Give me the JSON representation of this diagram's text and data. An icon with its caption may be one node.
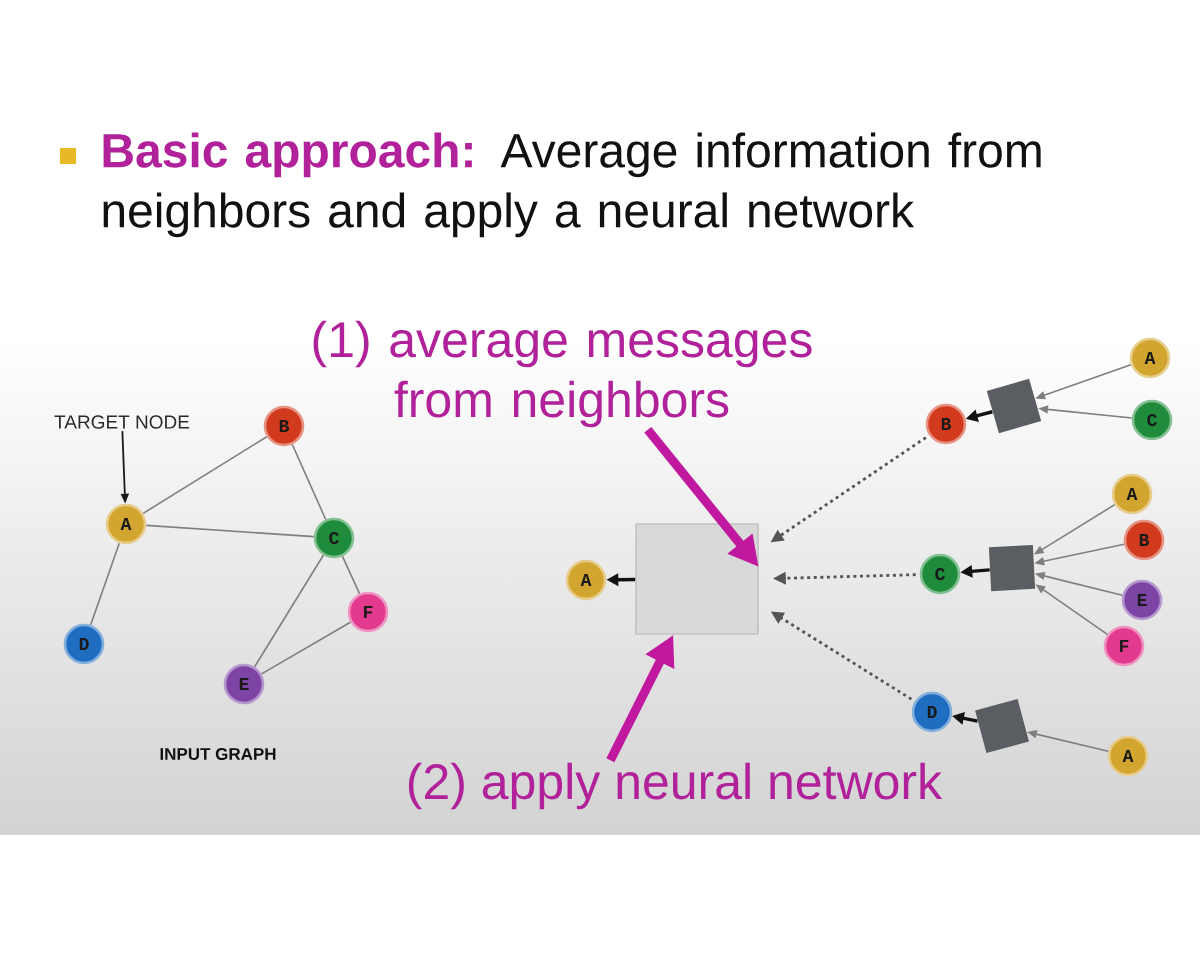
{
  "diagram": {
    "title": "**Basic approach:** Average information from neighbors and apply a neural network",
    "nodes": [
      {
        "text": [
          "A"
        ]
      },
      {
        "text": [
          "B"
        ]
      },
      {
        "text": [
          "C"
        ]
      },
      {
        "text": [
          "D"
        ]
      },
      {
        "text": [
          "E"
        ]
      },
      {
        "text": [
          "F"
        ]
      },
      {
        "text": [
          "TARGET NODE"
        ]
      },
      {
        "text": [
          "A"
        ]
      },
      {
        "text": [],
        "shape": "box"
      },
      {
        "text": [
          "B"
        ]
      },
      {
        "text": [
          "C"
        ]
      },
      {
        "text": [
          "D"
        ]
      },
      {
        "text": [],
        "shape": "box"
      },
      {
        "text": [],
        "shape": "box"
      },
      {
        "text": [],
        "shape": "box"
      },
      {
        "text": [
          "A"
        ]
      },
      {
        "text": [
          "C"
        ]
      },
      {
        "text": [
          "A"
        ]
      },
      {
        "text": [
          "B"
        ]
      },
      {
        "text": [
          "E"
        ]
      },
      {
        "text": [
          "F"
        ]
      },
      {
        "text": [
          "A"
        ]
      },
      {
        "text": [
          "(1) average messages from neighbors"
        ]
      },
      {
        "text": [
          "(2) apply neural network"
        ]
      }
    ],
    "edges": [
      {
        "from": 6,
        "to": 0,
        "arrow": "to",
        "color": "#1a1a1a"
      },
      {
        "from": 0,
        "to": 1,
        "arrow": "none"
      },
      {
        "from": 0,
        "to": 2,
        "arrow": "none"
      },
      {
        "from": 0,
        "to": 3,
        "arrow": "none"
      },
      {
        "from": 1,
        "to": 2,
        "arrow": "none"
      },
      {
        "from": 2,
        "to": 5,
        "arrow": "none"
      },
      {
        "from": 2,
        "to": 4,
        "arrow": "none"
      },
      {
        "from": 4,
        "to": 5,
        "arrow": "none"
      },
      {
        "from": 8,
        "to": 7,
        "arrow": "to",
        "color": "#111111"
      },
      {
        "from": 9,
        "to": 8,
        "arrow": "to",
        "style": "dashed",
        "color": "#555555"
      },
      {
        "from": 10,
        "to": 8,
        "arrow": "to",
        "style": "dashed",
        "color": "#555555"
      },
      {
        "from": 11,
        "to": 8,
        "arrow": "to",
        "style": "dashed",
        "color": "#555555"
      },
      {
        "from": 12,
        "to": 9,
        "arrow": "to",
        "color": "#111111"
      },
      {
        "from": 13,
        "to": 10,
        "arrow": "to",
        "color": "#111111"
      },
      {
        "from": 14,
        "to": 11,
        "arrow": "to",
        "color": "#111111"
      },
      {
        "from": 15,
        "to": 12,
        "arrow": "to"
      },
      {
        "from": 16,
        "to": 12,
        "arrow": "to"
      },
      {
        "from": 17,
        "to": 13,
        "arrow": "to"
      },
      {
        "from": 18,
        "to": 13,
        "arrow": "to"
      },
      {
        "from": 19,
        "to": 13,
        "arrow": "to"
      },
      {
        "from": 20,
        "to": 13,
        "arrow": "to"
      },
      {
        "from": 21,
        "to": 14,
        "arrow": "to"
      },
      {
        "from": 22,
        "to": 8,
        "arrow": "to",
        "style": "thick",
        "color": "#c0189f"
      },
      {
        "from": 23,
        "to": 8,
        "arrow": "to",
        "style": "thick",
        "color": "#c0189f"
      }
    ],
    "labels": [
      "INPUT GRAPH"
    ]
  }
}
